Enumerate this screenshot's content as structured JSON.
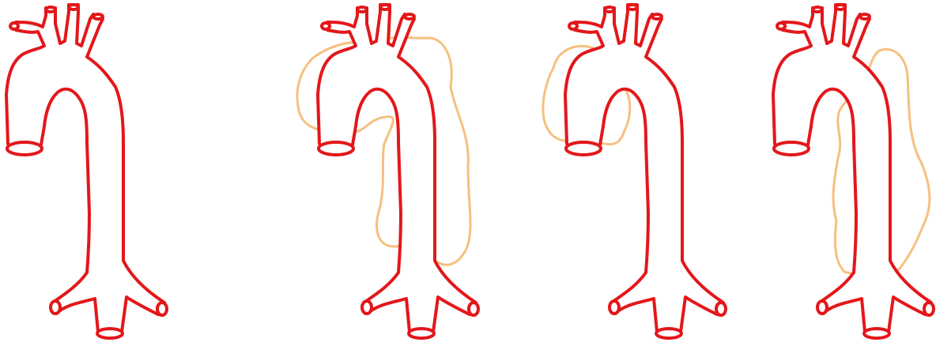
{
  "colors": {
    "background": "#ffffff",
    "vessel_outline": "#e3171a",
    "highlight_outline": "#f6c07f"
  },
  "panels": [
    {
      "highlight": "none"
    },
    {
      "highlight": "arch-and-descending"
    },
    {
      "highlight": "ascending-and-arch"
    },
    {
      "highlight": "descending"
    }
  ]
}
